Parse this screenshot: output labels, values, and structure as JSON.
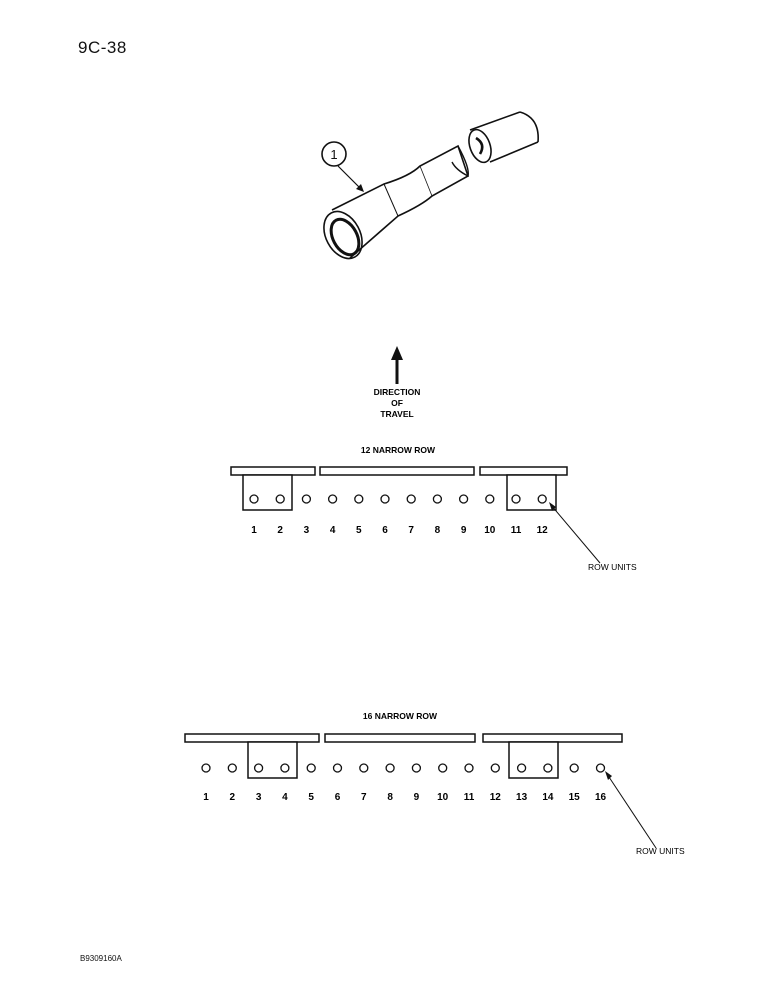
{
  "page_number": "9C-38",
  "doc_code": "B9309160A",
  "callout": "1",
  "direction": {
    "line1": "DIRECTION",
    "line2": "OF",
    "line3": "TRAVEL"
  },
  "diagram_12": {
    "title": "12 NARROW ROW",
    "row_numbers": [
      "1",
      "2",
      "3",
      "4",
      "5",
      "6",
      "7",
      "8",
      "9",
      "10",
      "11",
      "12"
    ],
    "label": "ROW UNITS"
  },
  "diagram_16": {
    "title": "16 NARROW ROW",
    "row_numbers": [
      "1",
      "2",
      "3",
      "4",
      "5",
      "6",
      "7",
      "8",
      "9",
      "10",
      "11",
      "12",
      "13",
      "14",
      "15",
      "16"
    ],
    "label": "ROW UNITS"
  }
}
